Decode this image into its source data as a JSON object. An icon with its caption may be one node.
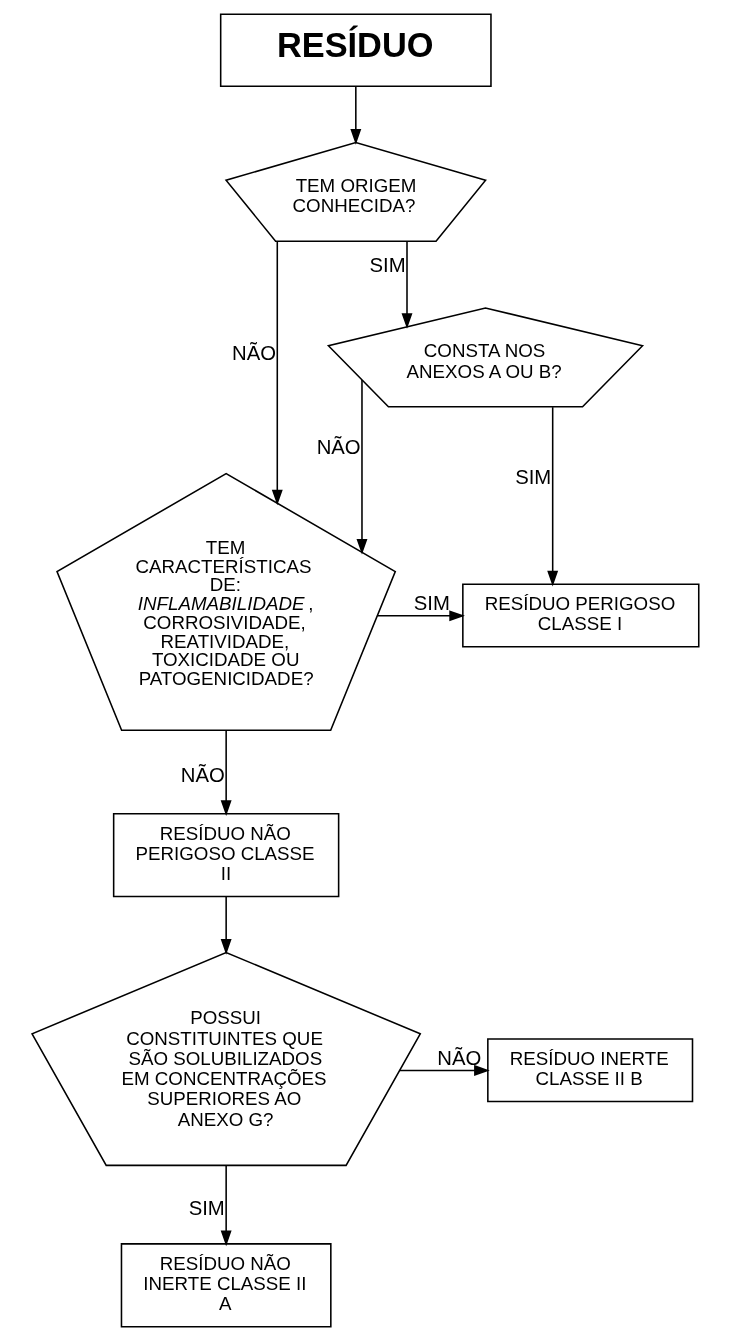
{
  "diagram": {
    "nodes": [
      {
        "text": [
          "RESÍDUO"
        ]
      },
      {
        "text": [
          "TEM ORIGEM CONHECIDA?"
        ]
      },
      {
        "text": [
          "CONSTA NOS ANEXOS A OU B?"
        ]
      },
      {
        "text": [
          "TEM CARACTERÍSTICAS DE: *INFLAMABILIDADE*, CORROSIVIDADE, REATIVIDADE, TOXICIDADE OU PATOGENICIDADE?"
        ]
      },
      {
        "text": [
          "RESÍDUO PERIGOSO CLASSE I"
        ]
      },
      {
        "text": [
          "RESÍDUO NÃO PERIGOSO CLASSE II"
        ]
      },
      {
        "text": [
          "POSSUI CONSTITUINTES QUE SÃO SOLUBILIZADOS EM CONCENTRAÇÕES SUPERIORES AO ANEXO G?"
        ]
      },
      {
        "text": [
          "RESÍDUO INERTE CLASSE II B"
        ]
      },
      {
        "text": [
          "RESÍDUO NÃO INERTE CLASSE II A"
        ]
      }
    ],
    "edges": [
      {
        "from": 0,
        "to": 1,
        "arrow": "to"
      },
      {
        "from": 1,
        "to": 3,
        "arrow": "to",
        "label": "NÃO"
      },
      {
        "from": 1,
        "to": 2,
        "arrow": "to",
        "label": "SIM"
      },
      {
        "from": 2,
        "to": 4,
        "arrow": "to",
        "label": "SIM"
      },
      {
        "from": 2,
        "to": 3,
        "arrow": "to",
        "label": "NÃO"
      },
      {
        "from": 3,
        "to": 4,
        "arrow": "to",
        "label": "SIM"
      },
      {
        "from": 3,
        "to": 5,
        "arrow": "to",
        "label": "NÃO"
      },
      {
        "from": 5,
        "to": 6,
        "arrow": "to"
      },
      {
        "from": 6,
        "to": 7,
        "arrow": "to",
        "label": "NÃO"
      },
      {
        "from": 6,
        "to": 8,
        "arrow": "to",
        "label": "SIM"
      }
    ]
  }
}
